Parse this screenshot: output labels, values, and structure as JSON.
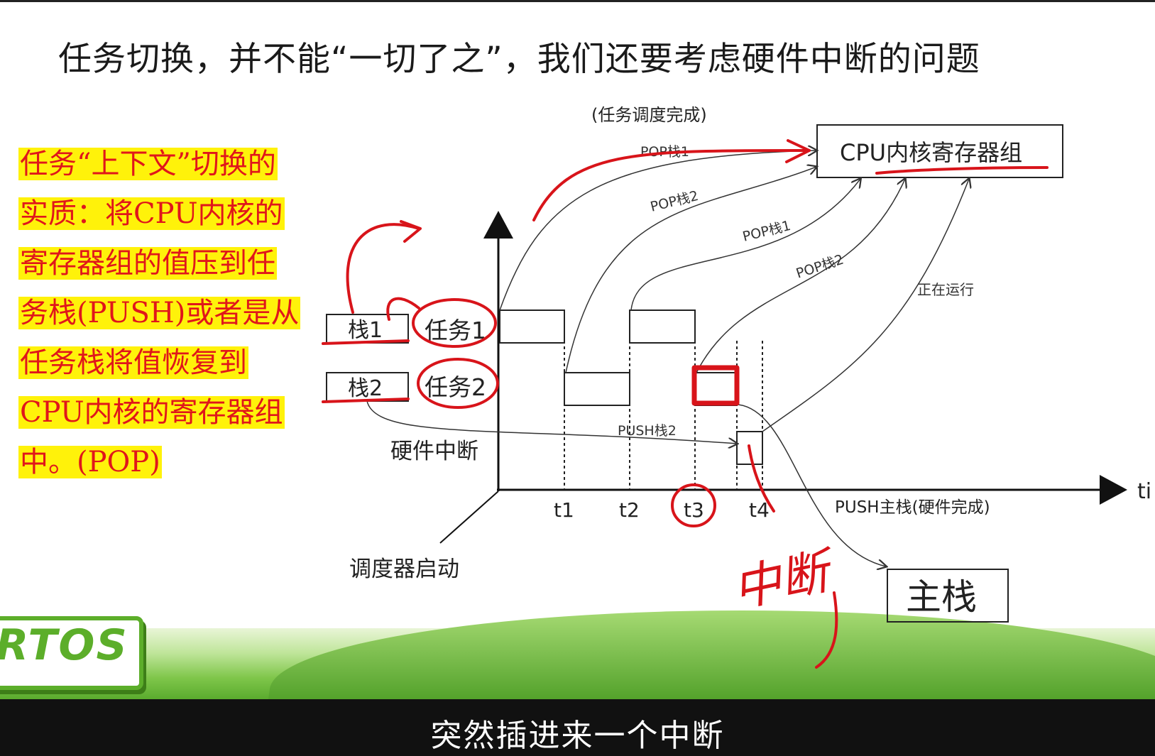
{
  "title": "任务切换，并不能“一切了之”，我们还要考虑硬件中断的问题",
  "note_lines": [
    "任务“上下文”切换的",
    "实质：将CPU内核的",
    "寄存器组的值压到任",
    "务栈(PUSH)或者是从",
    "任务栈将值恢复到",
    "CPU内核的寄存器组",
    "中。(POP)"
  ],
  "diagram": {
    "top_label": "(任务调度完成)",
    "cpu_box": "CPU内核寄存器组",
    "stack1": "栈1",
    "stack2": "栈2",
    "task1": "任务1",
    "task2": "任务2",
    "hw_interrupt": "硬件中断",
    "scheduler_start": "调度器启动",
    "running": "正在运行",
    "main_stack": "主栈",
    "push_main": "PUSH主栈(硬件完成)",
    "push2": "PUSH栈2",
    "pop1_top": "POP栈1",
    "pop2_a": "POP栈2",
    "pop1_b": "POP栈1",
    "pop2_b": "POP栈2",
    "ticks": [
      "t1",
      "t2",
      "t3",
      "t4"
    ],
    "axis_label": "ti",
    "handwritten": "中断"
  },
  "logo": "RTOS",
  "subtitle": "突然插进来一个中断",
  "colors": {
    "highlight": "#fff20a",
    "note_text": "#e0161b",
    "ink": "#d8141a",
    "brand_green": "#5cae2a"
  }
}
